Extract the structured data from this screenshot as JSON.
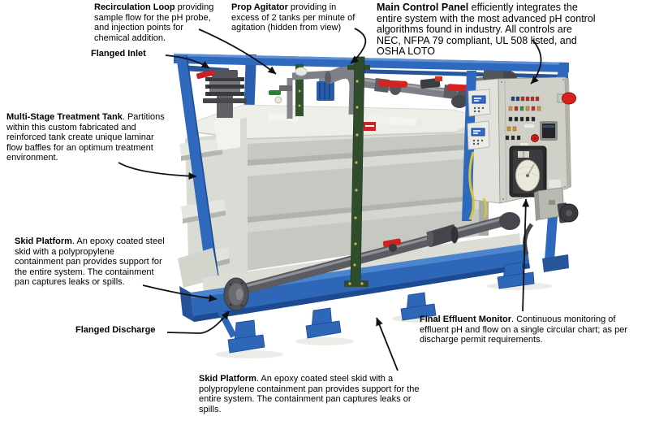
{
  "figure": {
    "type": "annotated-equipment-photo",
    "subject": "Skid-mounted multi-stage pH treatment system with framed skid, treatment tank, piping and control panel",
    "colors": {
      "frame_blue": "#2f69bd",
      "skid_blue": "#2e66b8",
      "tank_gray": "#c6c9c2",
      "lid_white": "#edeee8",
      "pipe_gray": "#7e8088",
      "valve_red": "#d32322",
      "post_green": "#2f4d2c",
      "panel_gray": "#d0d0c9",
      "estop_red": "#dc1f1f",
      "chart_face": "#eae8da",
      "arrow_black": "#111111",
      "background": "#ffffff"
    },
    "parts": [
      "flanged-inlet-assembly",
      "recirculation-assembly",
      "prop-agitator-piping",
      "multi-stage-treatment-tank",
      "tank-lid",
      "main-control-panel",
      "chart-recorder",
      "emergency-stop-button",
      "ph-controllers",
      "skid-base",
      "containment-pan",
      "discharge-pipe",
      "flanged-discharge-fitting",
      "green-support-post",
      "junction-box",
      "effluent-pump"
    ]
  },
  "callouts": [
    {
      "id": "recirculation-loop",
      "bold": "Recirculation Loop",
      "rest": " providing\nsample flow for the pH probe,\nand injection points for\nchemical addition."
    },
    {
      "id": "prop-agitator",
      "bold": "Prop Agitator",
      "rest": " providing in\nexcess of 2 tanks per minute of\nagitation (hidden from view)"
    },
    {
      "id": "main-control-panel",
      "bold": "Main Control Panel",
      "rest": " efficiently integrates the\nentire system with the most advanced pH control\nalgorithms found in industry. All controls are\nNEC, NFPA 79 compliant, UL 508 listed, and\nOSHA LOTO"
    },
    {
      "id": "flanged-inlet",
      "bold": "Flanged Inlet",
      "rest": ""
    },
    {
      "id": "multi-stage-treatment-tank",
      "bold": "Multi-Stage Treatment Tank",
      "rest": ". Partitions\nwithin this custom fabricated and\nreinforced tank create unique laminar\nflow baffles for an optimum treatment\nenvironment."
    },
    {
      "id": "skid-platform-left",
      "bold": "Skid Platform",
      "rest": ". An epoxy coated steel\nskid with a polypropylene\ncontainment pan provides support for\nthe entire system. The containment\npan captures leaks or spills."
    },
    {
      "id": "flanged-discharge",
      "bold": "Flanged Discharge",
      "rest": ""
    },
    {
      "id": "final-effluent-monitor",
      "bold": "Final Effluent Monitor",
      "rest": ". Continuous monitoring of\neffluent pH and flow on a single circular chart; as per\ndischarge permit requirements."
    },
    {
      "id": "skid-platform-bottom",
      "bold": "Skid Platform",
      "rest": ". An epoxy coated steel skid with a\npolypropylene containment pan provides support for the\nentire system. The containment pan captures leaks or\nspills."
    }
  ]
}
